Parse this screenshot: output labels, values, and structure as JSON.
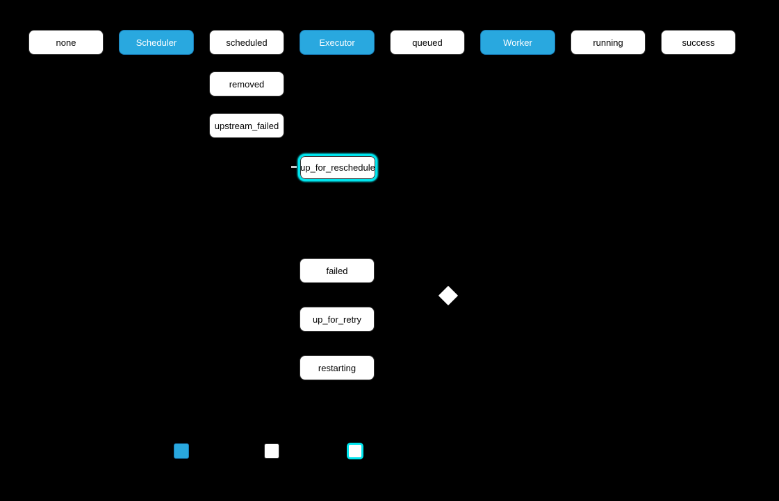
{
  "diagram": {
    "background_color": "#000000",
    "colors": {
      "state_fill": "#ffffff",
      "state_stroke": "#333333",
      "state_text": "#000000",
      "component_fill": "#29a8df",
      "component_stroke": "#1879b3",
      "component_text": "#ffffff",
      "highlight_border": "#00e5ee",
      "decision_fill": "#ffffff"
    },
    "nodes": [
      {
        "label": "none",
        "kind": "state"
      },
      {
        "label": "Scheduler",
        "kind": "component"
      },
      {
        "label": "scheduled",
        "kind": "state"
      },
      {
        "label": "Executor",
        "kind": "component"
      },
      {
        "label": "queued",
        "kind": "state"
      },
      {
        "label": "Worker",
        "kind": "component"
      },
      {
        "label": "running",
        "kind": "state"
      },
      {
        "label": "success",
        "kind": "state"
      },
      {
        "label": "removed",
        "kind": "state"
      },
      {
        "label": "upstream_failed",
        "kind": "state"
      },
      {
        "label": "up_for_reschedule",
        "kind": "state",
        "highlighted": true
      },
      {
        "label": "failed",
        "kind": "state"
      },
      {
        "label": "up_for_retry",
        "kind": "state"
      },
      {
        "label": "restarting",
        "kind": "state"
      }
    ],
    "decision": {
      "icon": "diamond-icon"
    },
    "legend": {
      "swatches": [
        {
          "name": "component",
          "fill": "#29a8df"
        },
        {
          "name": "state",
          "fill": "#ffffff"
        },
        {
          "name": "highlighted-state",
          "fill": "#ffffff",
          "border": "#00e5ee"
        }
      ]
    }
  }
}
